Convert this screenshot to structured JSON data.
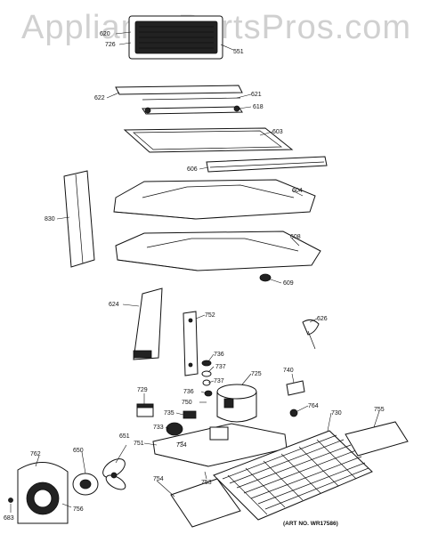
{
  "watermark": "AppliancePartsPros.com",
  "art_number": "(ART NO. WR17586)",
  "labels": {
    "p620": "620",
    "p726": "726",
    "p551": "551",
    "p622": "622",
    "p621": "621",
    "p618": "618",
    "p603": "603",
    "p606": "606",
    "p604": "604",
    "p830": "830",
    "p608": "608",
    "p609": "609",
    "p624": "624",
    "p752": "752",
    "p626": "626",
    "p736a": "736",
    "p737a": "737",
    "p725": "725",
    "p740": "740",
    "p737b": "737",
    "p729": "729",
    "p736b": "736",
    "p750": "750",
    "p764": "764",
    "p730": "730",
    "p755": "755",
    "p735": "735",
    "p733": "733",
    "p734": "734",
    "p651": "651",
    "p751": "751",
    "p762": "762",
    "p650": "650",
    "p754": "754",
    "p753": "753",
    "p756": "756",
    "p683": "683"
  }
}
